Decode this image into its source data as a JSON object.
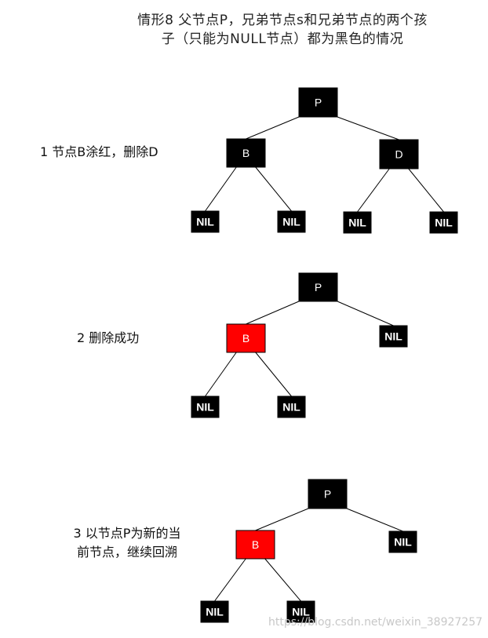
{
  "title": {
    "line1": "情形8 父节点P，兄弟节点s和兄弟节点的两个孩",
    "line2": "子（只能为NULL节点）都为黑色的情况"
  },
  "steps": [
    {
      "line1": "1 节点B涂红，删除D",
      "line2": ""
    },
    {
      "line1": "2 删除成功",
      "line2": ""
    },
    {
      "line1": "3 以节点P为新的当",
      "line2": "前节点，继续回溯"
    }
  ],
  "colors": {
    "black": "#000000",
    "red": "#ff0000",
    "edge": "#000000",
    "text": "#ffffff"
  },
  "trees": [
    {
      "nodes": [
        {
          "id": "P",
          "label": "P",
          "color": "black"
        },
        {
          "id": "B",
          "label": "B",
          "color": "black"
        },
        {
          "id": "D",
          "label": "D",
          "color": "black"
        },
        {
          "id": "n1",
          "label": "NIL",
          "color": "black"
        },
        {
          "id": "n2",
          "label": "NIL",
          "color": "black"
        },
        {
          "id": "n3",
          "label": "NIL",
          "color": "black"
        },
        {
          "id": "n4",
          "label": "NIL",
          "color": "black"
        }
      ],
      "edges": [
        [
          "P",
          "B"
        ],
        [
          "P",
          "D"
        ],
        [
          "B",
          "n1"
        ],
        [
          "B",
          "n2"
        ],
        [
          "D",
          "n3"
        ],
        [
          "D",
          "n4"
        ]
      ]
    },
    {
      "nodes": [
        {
          "id": "P",
          "label": "P",
          "color": "black"
        },
        {
          "id": "B",
          "label": "B",
          "color": "red"
        },
        {
          "id": "n1",
          "label": "NIL",
          "color": "black"
        },
        {
          "id": "n2",
          "label": "NIL",
          "color": "black"
        },
        {
          "id": "n3",
          "label": "NIL",
          "color": "black"
        }
      ],
      "edges": [
        [
          "P",
          "B"
        ],
        [
          "P",
          "n1"
        ],
        [
          "B",
          "n2"
        ],
        [
          "B",
          "n3"
        ]
      ]
    },
    {
      "nodes": [
        {
          "id": "P",
          "label": "P",
          "color": "black"
        },
        {
          "id": "B",
          "label": "B",
          "color": "red"
        },
        {
          "id": "n1",
          "label": "NIL",
          "color": "black"
        },
        {
          "id": "n2",
          "label": "NIL",
          "color": "black"
        },
        {
          "id": "n3",
          "label": "NIL",
          "color": "black"
        }
      ],
      "edges": [
        [
          "P",
          "B"
        ],
        [
          "P",
          "n1"
        ],
        [
          "B",
          "n2"
        ],
        [
          "B",
          "n3"
        ]
      ]
    }
  ],
  "watermark": "https://blog.csdn.net/weixin_38927257"
}
